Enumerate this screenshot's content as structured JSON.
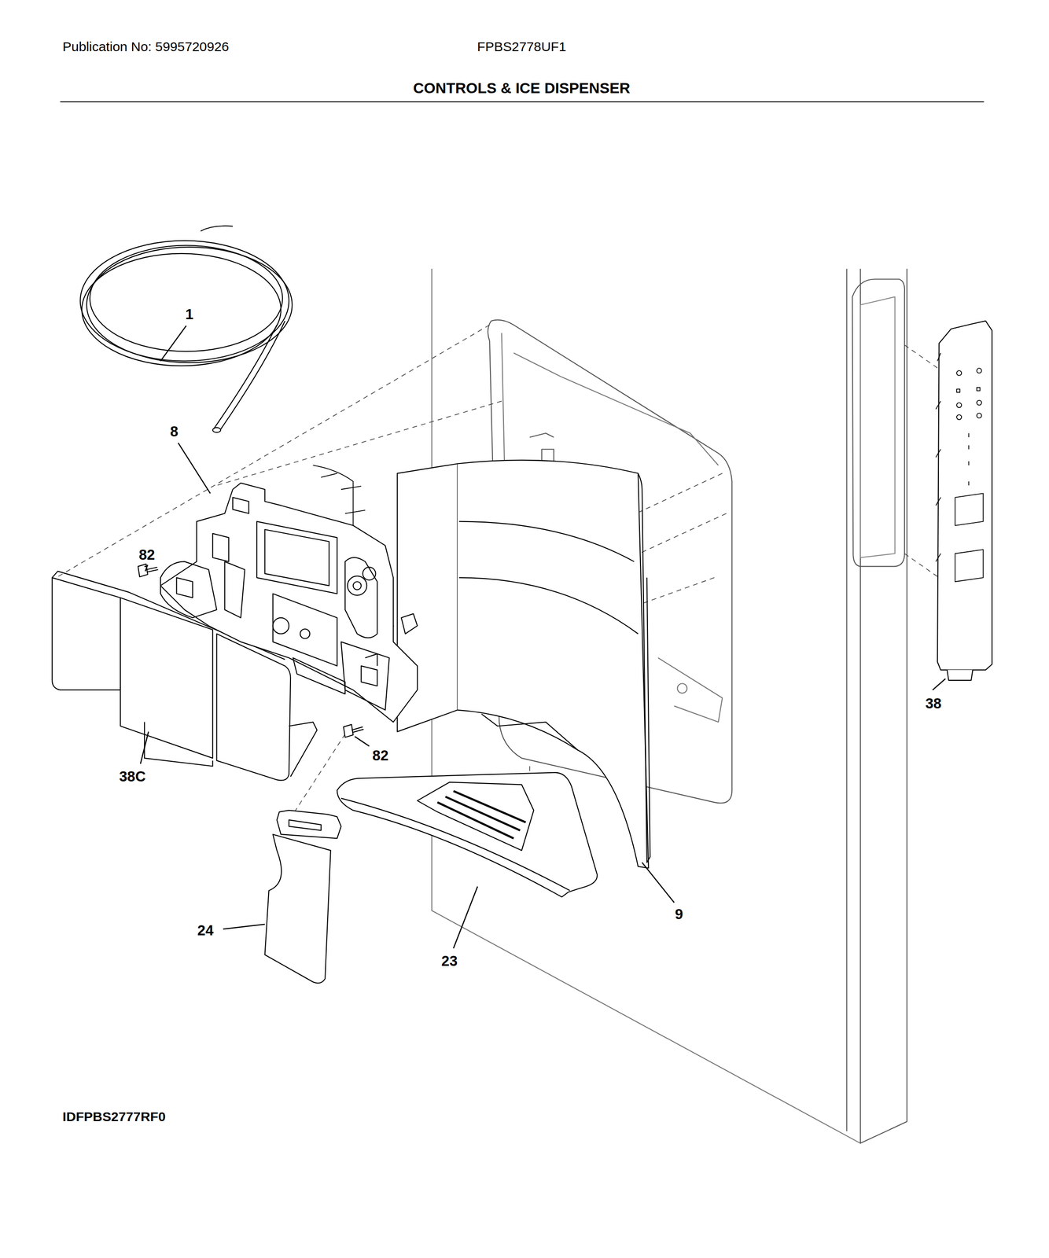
{
  "diagram": {
    "title": "CONTROLS & ICE DISPENSER",
    "labels": [
      "Publication No: 5995720926",
      "FPBS2778UF1",
      "1",
      "8",
      "82",
      "38C",
      "82",
      "24",
      "23",
      "9",
      "38",
      "IDFPBS2777RF0"
    ]
  }
}
